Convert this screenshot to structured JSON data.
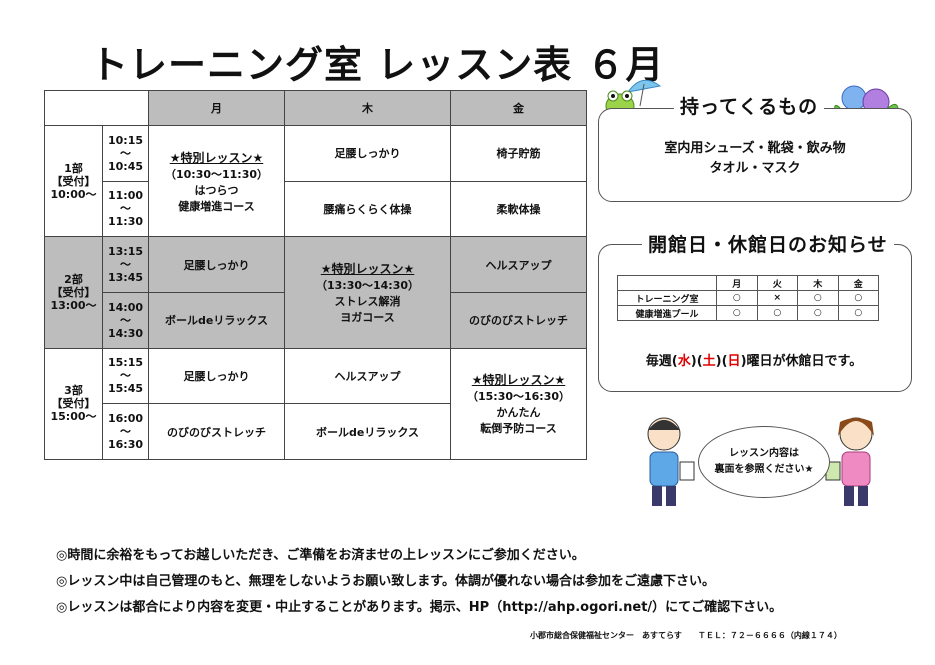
{
  "title": "トレーニング室 レッスン表 ６月",
  "schedule": {
    "headers": [
      "月",
      "木",
      "金"
    ],
    "parts": [
      {
        "label": "1部",
        "reception": "【受付】",
        "time": "10:00～"
      },
      {
        "label": "2部",
        "reception": "【受付】",
        "time": "13:00～"
      },
      {
        "label": "3部",
        "reception": "【受付】",
        "time": "15:00～"
      }
    ],
    "slots": [
      {
        "start": "10:15",
        "tilde": "～",
        "end": "10:45"
      },
      {
        "start": "11:00",
        "tilde": "～",
        "end": "11:30"
      },
      {
        "start": "13:15",
        "tilde": "～",
        "end": "13:45"
      },
      {
        "start": "14:00",
        "tilde": "～",
        "end": "14:30"
      },
      {
        "start": "15:15",
        "tilde": "～",
        "end": "15:45"
      },
      {
        "start": "16:00",
        "tilde": "～",
        "end": "16:30"
      }
    ],
    "special1": {
      "title": "★特別レッスン★",
      "time": "（10:30～11:30）",
      "line1": "はつらつ",
      "line2": "健康増進コース"
    },
    "special2": {
      "title": "★特別レッスン★",
      "time": "（13:30～14:30）",
      "line1": "ストレス解消",
      "line2": "ヨガコース"
    },
    "special3": {
      "title": "★特別レッスン★",
      "time": "（15:30～16:30）",
      "line1": "かんたん",
      "line2": "転倒予防コース"
    },
    "cells": {
      "r1_thu": "足腰しっかり",
      "r1_fri": "椅子貯筋",
      "r2_thu": "腰痛らくらく体操",
      "r2_fri": "柔軟体操",
      "r3_mon": "足腰しっかり",
      "r3_fri": "ヘルスアップ",
      "r4_mon": "ボールdeリラックス",
      "r4_fri": "のびのびストレッチ",
      "r5_mon": "足腰しっかり",
      "r5_thu": "ヘルスアップ",
      "r6_mon": "のびのびストレッチ",
      "r6_thu": "ボールdeリラックス"
    }
  },
  "bring": {
    "header": "持ってくるもの",
    "line1": "室内用シューズ・靴袋・飲み物",
    "line2": "タオル・マスク"
  },
  "open_days": {
    "header": "開館日・休館日のお知らせ",
    "columns": [
      "月",
      "火",
      "木",
      "金"
    ],
    "rows": [
      {
        "name": "トレーニング室",
        "marks": [
          "○",
          "×",
          "○",
          "○"
        ]
      },
      {
        "name": "健康増進プール",
        "marks": [
          "○",
          "○",
          "○",
          "○"
        ]
      }
    ],
    "closed_prefix": "毎週(",
    "day1": "水",
    "sep1": ")(",
    "day2": "土",
    "sep2": ")(",
    "day3": "日",
    "closed_suffix": ")曜日が休館日です。"
  },
  "speech": {
    "line1": "レッスン内容は",
    "line2": "裏面を参照ください★"
  },
  "notes": [
    "◎時間に余裕をもってお越しいただき、ご準備をお済ませの上レッスンにご参加ください。",
    "◎レッスン中は自己管理のもと、無理をしないようお願い致します。体調が優れない場合は参加をご遠慮下さい。",
    "◎レッスンは都合により内容を変更・中止することがあります。掲示、HP（http://ahp.ogori.net/）にてご確認下さい。"
  ],
  "footer": "小郡市総合保健福祉センター　あすてらす　　ＴＥＬ：７２－６６６６（内線１７４）",
  "colors": {
    "header_gray": "#bdbdbd",
    "closed_red": "#e00000"
  }
}
